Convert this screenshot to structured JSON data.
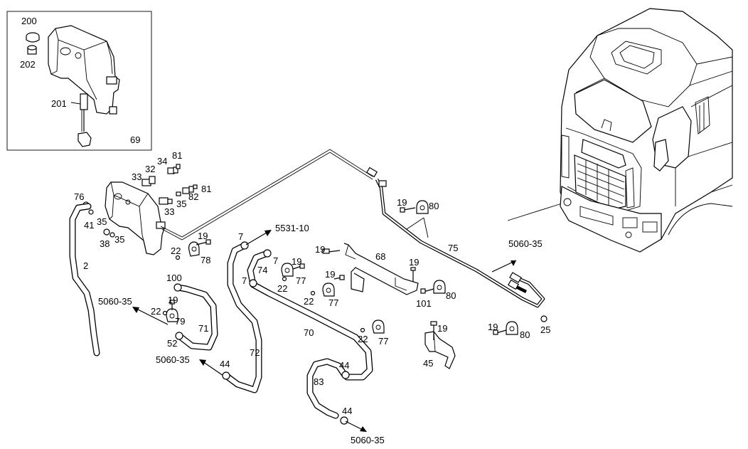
{
  "callouts": {
    "c200": "200",
    "c202": "202",
    "c201": "201",
    "c69": "69",
    "c33a": "33",
    "c32": "32",
    "c34": "34",
    "c81a": "81",
    "c82": "82",
    "c81b": "81",
    "c33b": "33",
    "c35a": "35",
    "c76": "76",
    "c41": "41",
    "c35b": "35",
    "c38": "38",
    "c35c": "35",
    "c2": "2",
    "c19a": "19",
    "c22a": "22",
    "c78": "78",
    "c7a": "7",
    "c5531": "5531-10",
    "c7b": "7",
    "c74": "74",
    "c19b": "19",
    "c77a": "77",
    "c22b": "22",
    "c7c": "7",
    "c19c": "19",
    "c68": "68",
    "c19d": "19",
    "c80a": "80",
    "c75": "75",
    "c19e": "19",
    "c77b": "77",
    "c22c": "22",
    "c19f": "19",
    "c101": "101",
    "c80b": "80",
    "c5060a": "5060-35",
    "c100": "100",
    "c19g": "19",
    "c5060b": "5060-35",
    "c22d": "22",
    "c79": "79",
    "c71": "71",
    "c52": "52",
    "c5060c": "5060-35",
    "c44a": "44",
    "c72": "72",
    "c70": "70",
    "c22e": "22",
    "c77c": "77",
    "c44b": "44",
    "c83": "83",
    "c44c": "44",
    "c5060d": "5060-35",
    "c19h": "19",
    "c45": "45",
    "c19i": "19",
    "c80c": "80",
    "c25": "25"
  }
}
